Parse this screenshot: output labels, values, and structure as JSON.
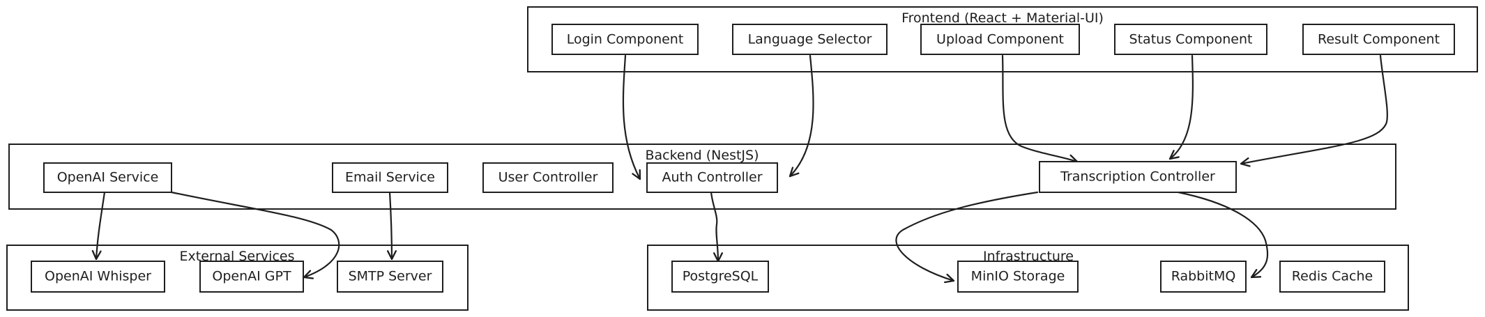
{
  "diagram": {
    "groups": {
      "frontend": {
        "title": "Frontend (React + Material-UI)"
      },
      "backend": {
        "title": "Backend (NestJS)"
      },
      "external": {
        "title": "External Services"
      },
      "infrastructure": {
        "title": "Infrastructure"
      }
    },
    "nodes": {
      "login": {
        "label": "Login Component"
      },
      "language": {
        "label": "Language Selector"
      },
      "upload": {
        "label": "Upload Component"
      },
      "status": {
        "label": "Status Component"
      },
      "result": {
        "label": "Result Component"
      },
      "openai_service": {
        "label": "OpenAI Service"
      },
      "email_service": {
        "label": "Email Service"
      },
      "user_controller": {
        "label": "User Controller"
      },
      "auth_controller": {
        "label": "Auth Controller"
      },
      "transcription_controller": {
        "label": "Transcription Controller"
      },
      "whisper": {
        "label": "OpenAI Whisper"
      },
      "gpt": {
        "label": "OpenAI GPT"
      },
      "smtp": {
        "label": "SMTP Server"
      },
      "postgres": {
        "label": "PostgreSQL"
      },
      "minio": {
        "label": "MinIO Storage"
      },
      "rabbitmq": {
        "label": "RabbitMQ"
      },
      "redis": {
        "label": "Redis Cache"
      }
    },
    "edges": [
      {
        "from": "login",
        "to": "auth_controller"
      },
      {
        "from": "language",
        "to": "auth_controller"
      },
      {
        "from": "upload",
        "to": "transcription_controller"
      },
      {
        "from": "status",
        "to": "transcription_controller"
      },
      {
        "from": "result",
        "to": "transcription_controller"
      },
      {
        "from": "openai_service",
        "to": "whisper"
      },
      {
        "from": "openai_service",
        "to": "gpt"
      },
      {
        "from": "email_service",
        "to": "smtp"
      },
      {
        "from": "auth_controller",
        "to": "postgres"
      },
      {
        "from": "transcription_controller",
        "to": "minio"
      },
      {
        "from": "transcription_controller",
        "to": "rabbitmq"
      }
    ]
  }
}
